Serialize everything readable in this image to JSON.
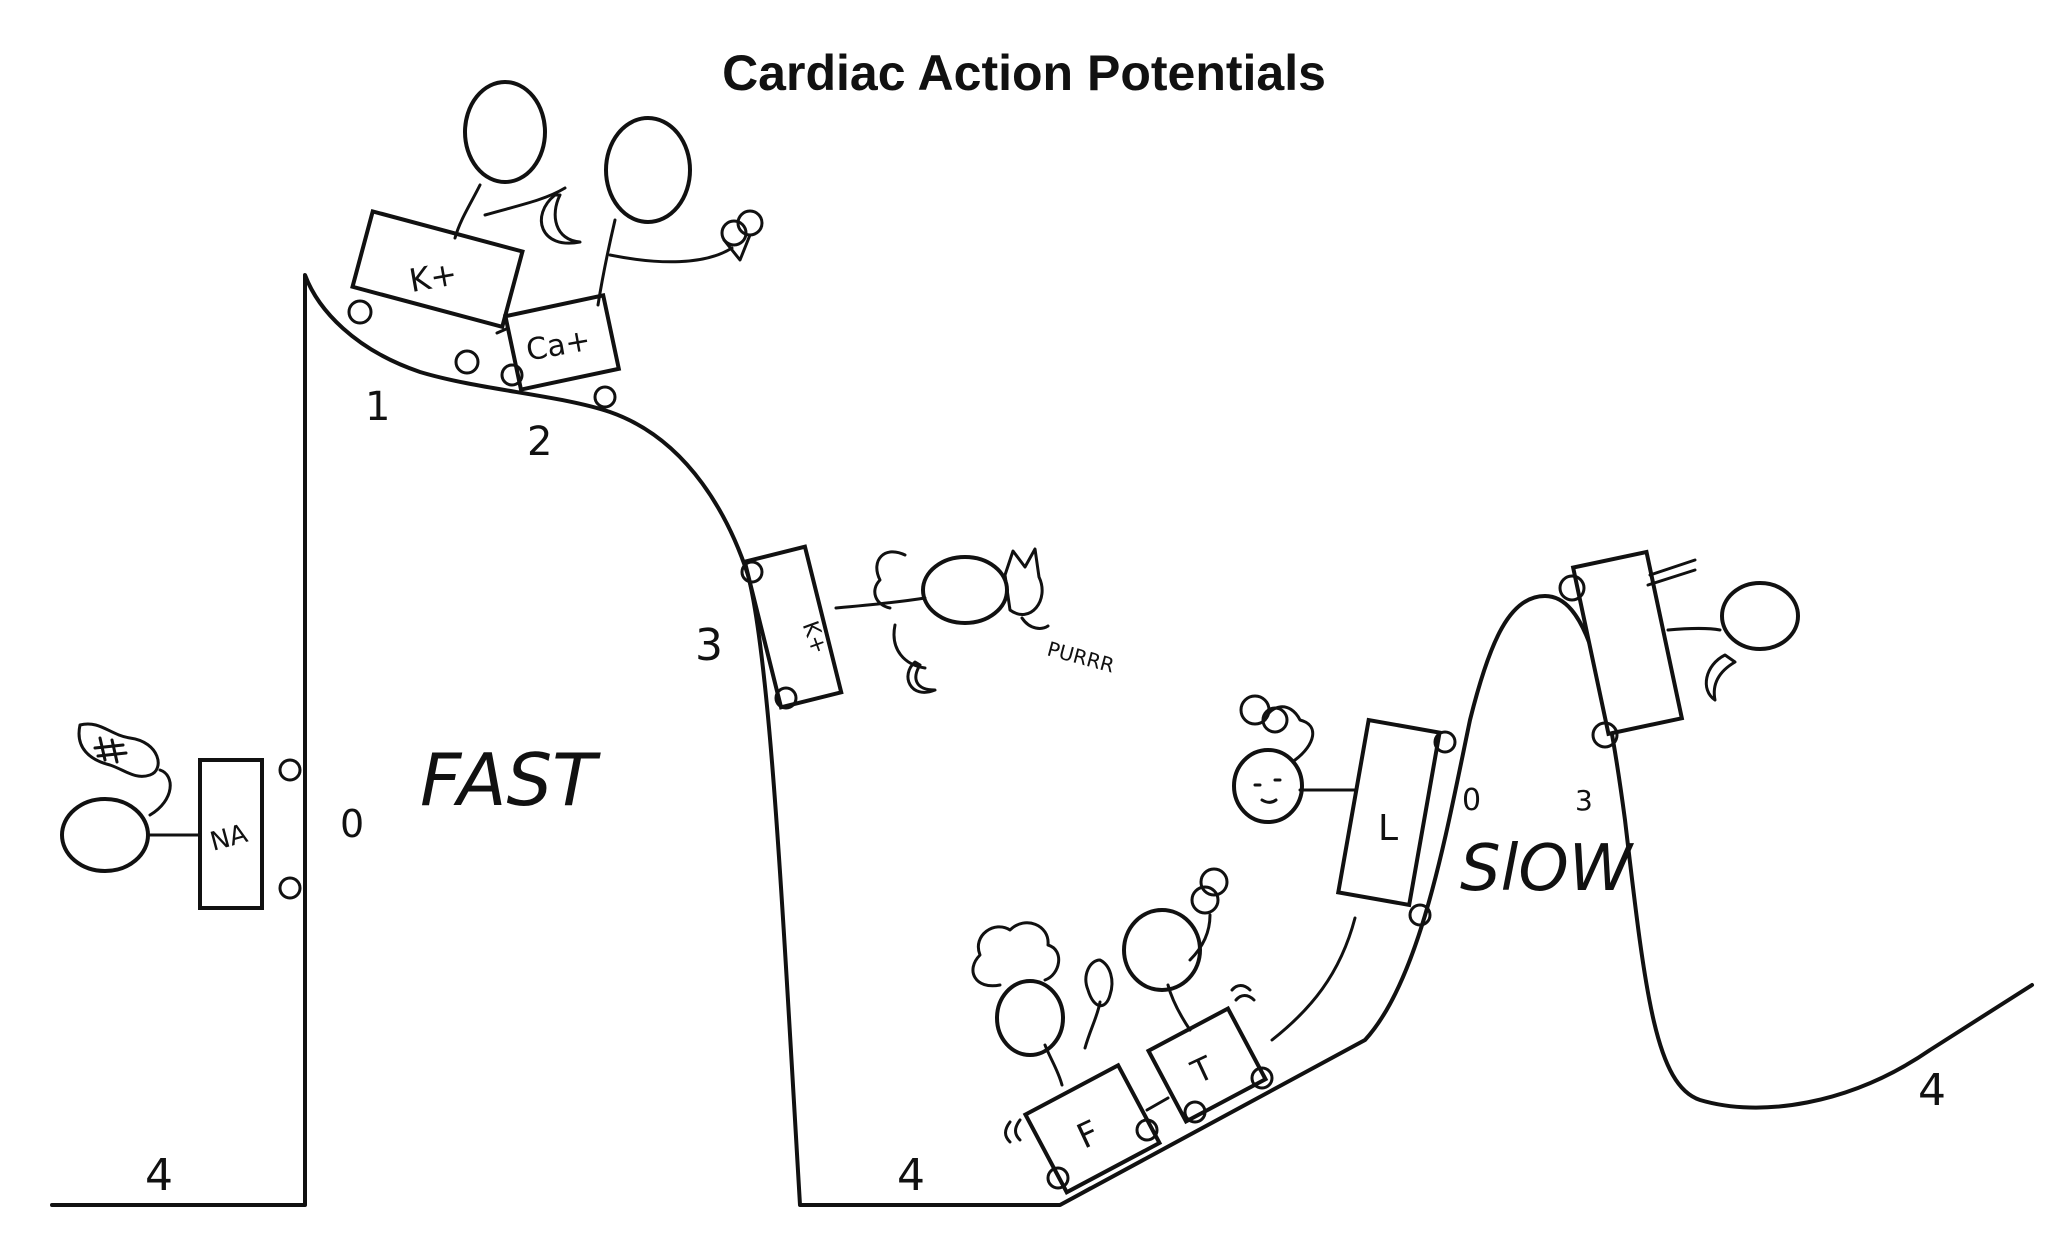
{
  "title": "Cardiac Action Potentials",
  "fast": {
    "label": "FAST",
    "phases": {
      "p0": "0",
      "p1": "1",
      "p2": "2",
      "p3": "3",
      "p4": "4",
      "p4_end": "4"
    },
    "carts": {
      "na": "NA",
      "k": "K+",
      "ca": "Ca+",
      "k_falling": "K+"
    },
    "cat_sound": "PURRR"
  },
  "slow": {
    "label": "SlOW",
    "phases": {
      "p0": "0",
      "p3": "3",
      "p4": "4"
    },
    "carts": {
      "f": "F",
      "t": "T",
      "l": "L"
    }
  }
}
